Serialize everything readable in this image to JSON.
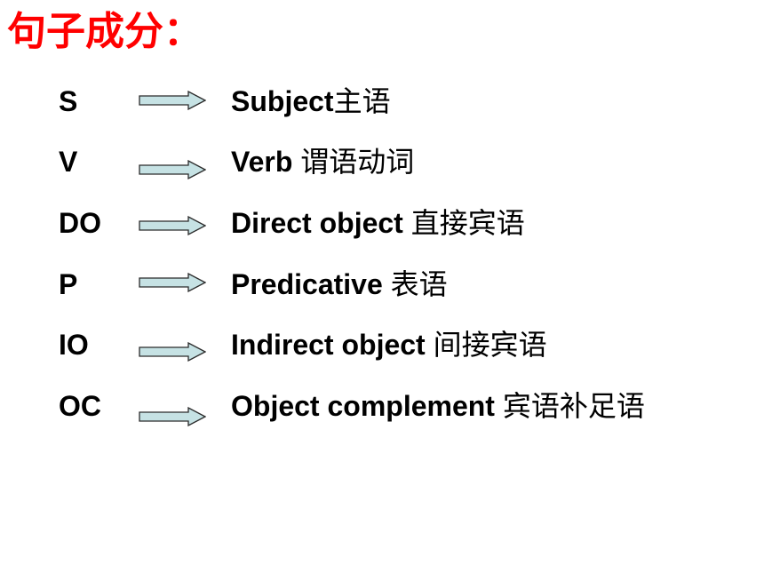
{
  "title": "句子成分：",
  "arrow_color": "#c6e2e4",
  "rows": [
    {
      "abbr": "S",
      "en": "Subject",
      "zh": "主语"
    },
    {
      "abbr": "V",
      "en": "Verb ",
      "zh": "谓语动词"
    },
    {
      "abbr": "DO",
      "en": "Direct object ",
      "zh": "直接宾语"
    },
    {
      "abbr": "P",
      "en": "Predicative ",
      "zh": "表语"
    },
    {
      "abbr": "IO",
      "en": "Indirect object ",
      "zh": "间接宾语"
    },
    {
      "abbr": "OC",
      "en": "Object complement ",
      "zh": "宾语补足语"
    }
  ]
}
